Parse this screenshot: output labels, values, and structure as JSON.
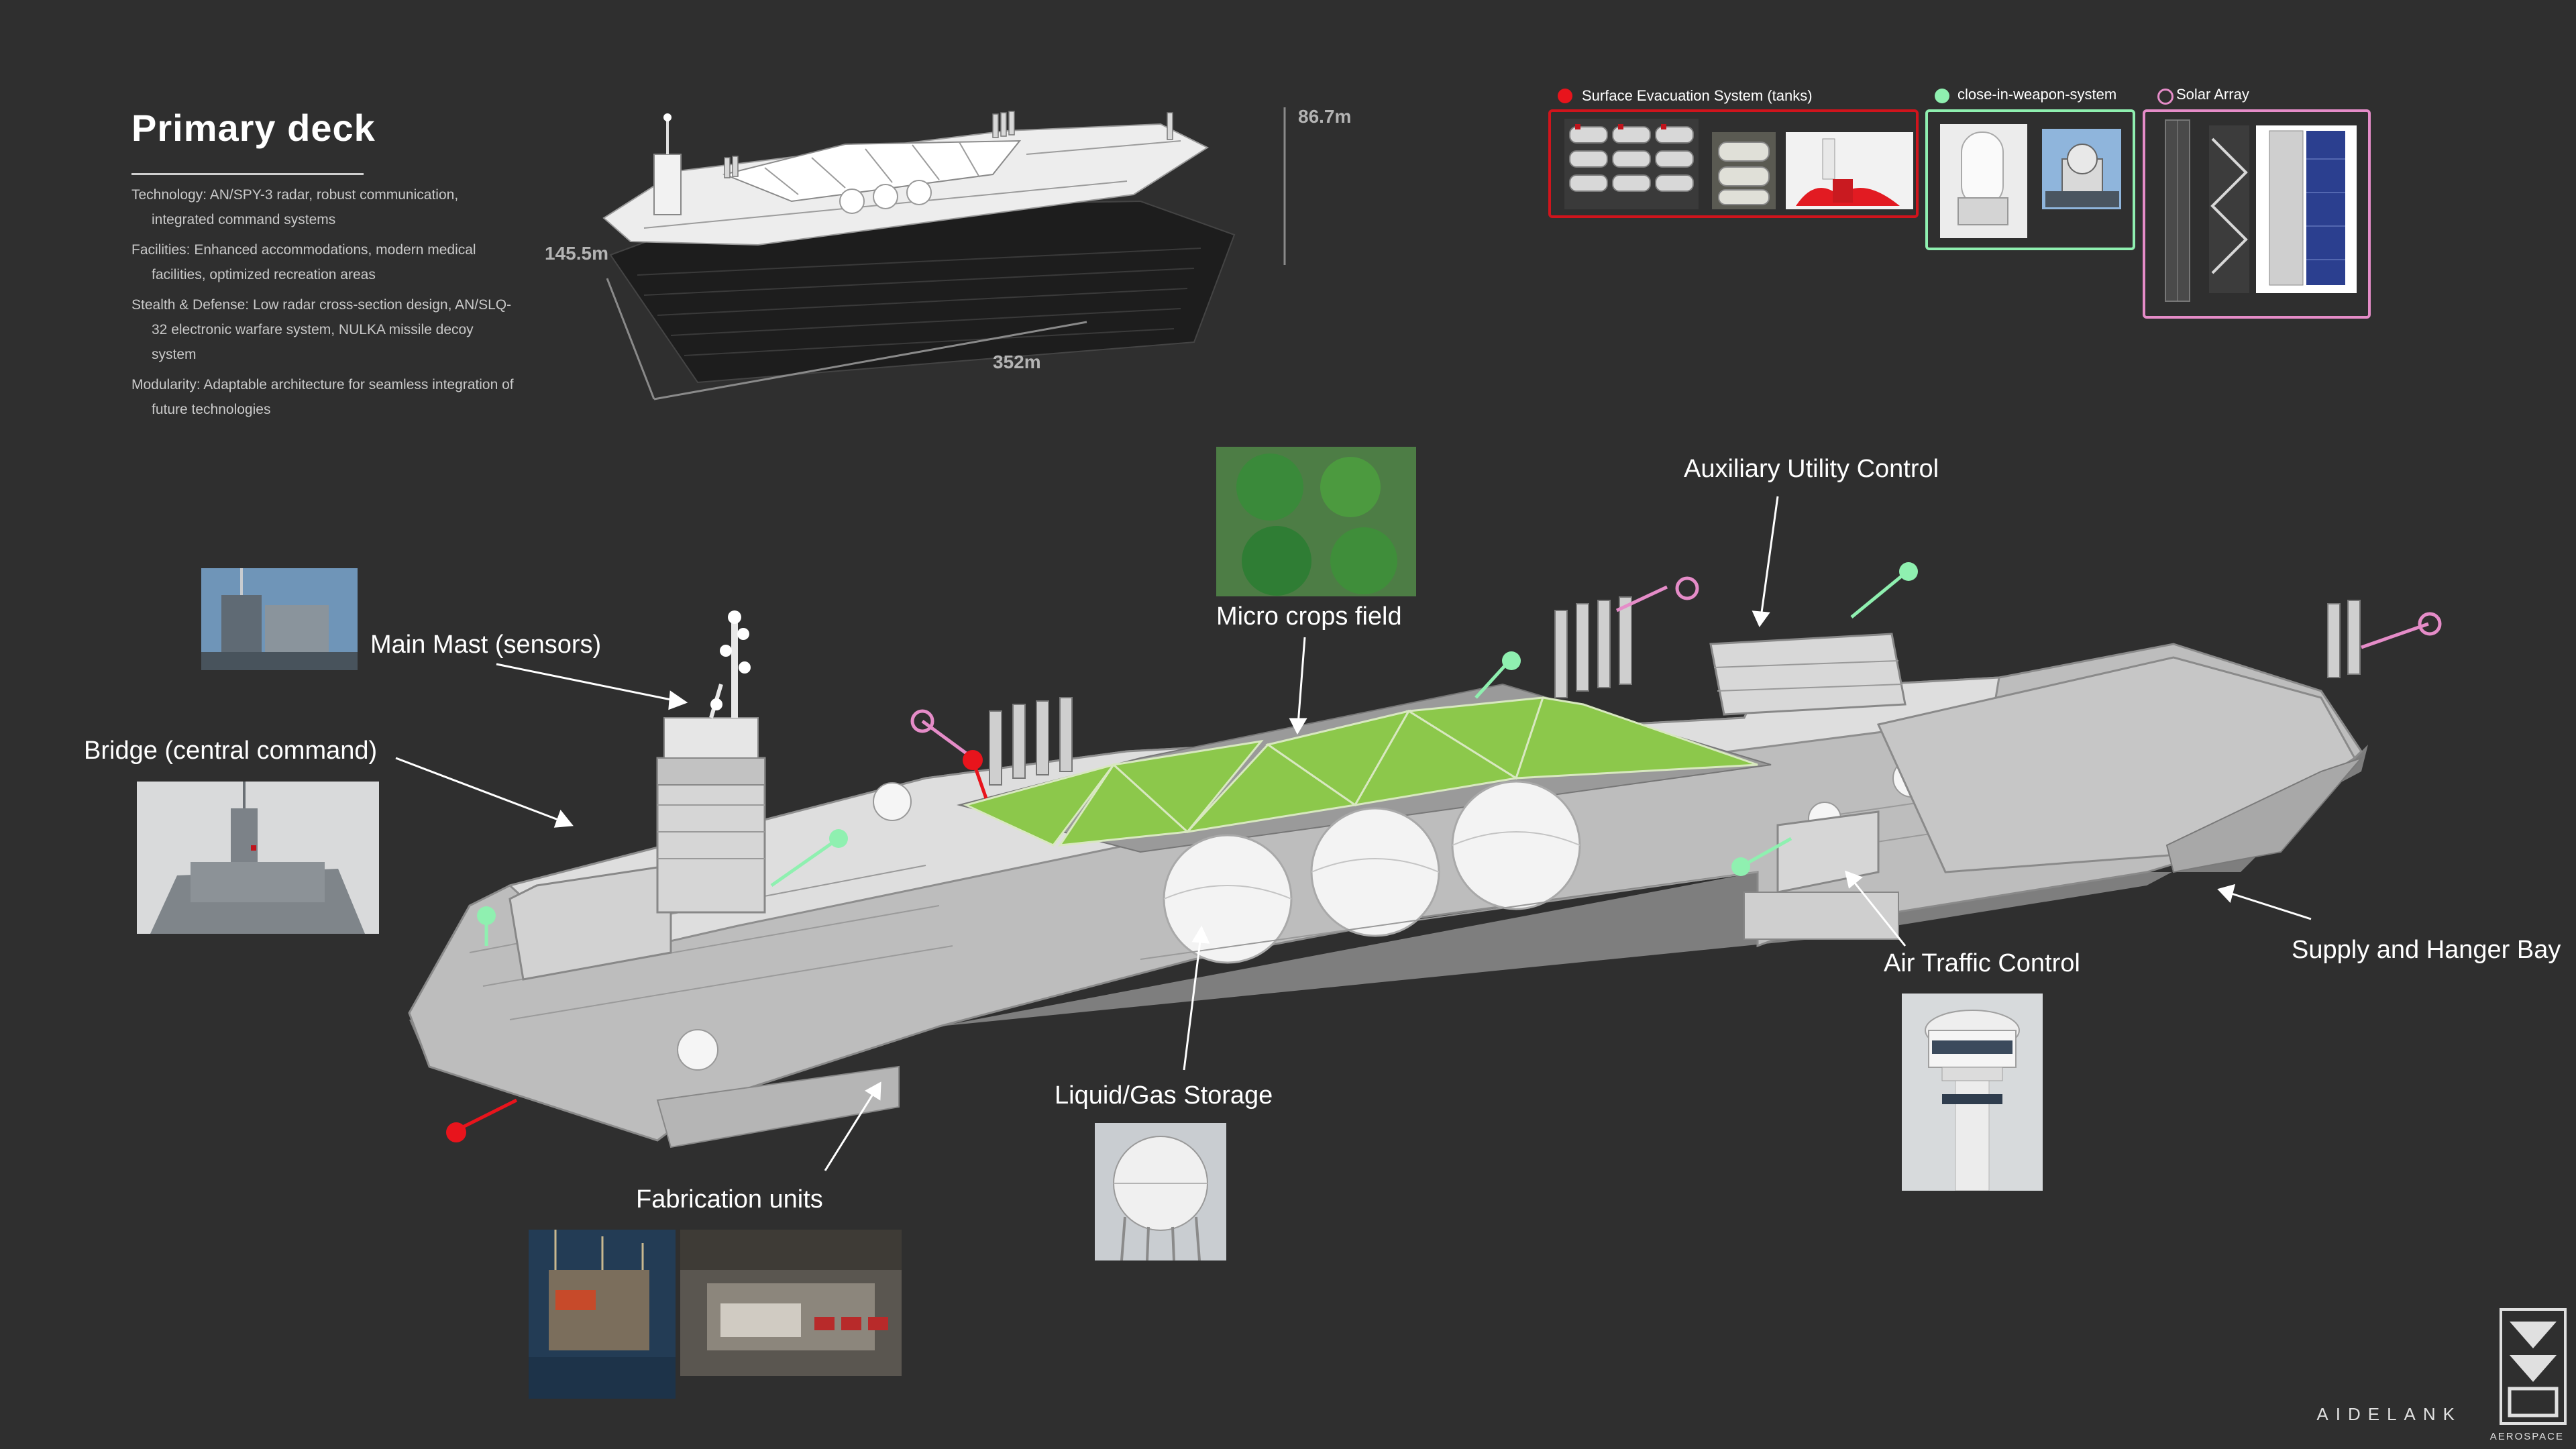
{
  "header": {
    "title": "Primary deck",
    "specs": [
      "Technology: AN/SPY-3 radar, robust communication, integrated command systems",
      "Facilities: Enhanced accommodations, modern medical facilities, optimized recreation areas",
      "Stealth & Defense: Low radar cross-section design, AN/SLQ-32 electronic warfare system, NULKA missile decoy system",
      "Modularity: Adaptable architecture for seamless integration of future technologies"
    ]
  },
  "dimensions": {
    "height": "86.7m",
    "width": "145.5m",
    "length": "352m"
  },
  "legend": {
    "evacuation": {
      "label": "Surface Evacuation System (tanks)",
      "color": "#e8141c"
    },
    "ciws": {
      "label": "close-in-weapon-system",
      "color": "#8ff0b0"
    },
    "solar": {
      "label": "Solar Array",
      "color": "#e58cc8"
    }
  },
  "callouts": {
    "main_mast": "Main Mast (sensors)",
    "bridge": "Bridge (central command)",
    "micro_crops": "Micro crops field",
    "auxiliary": "Auxiliary Utility Control",
    "air_traffic": "Air Traffic Control",
    "supply": "Supply and Hanger Bay",
    "liquid_gas": "Liquid/Gas Storage",
    "fabrication": "Fabrication units"
  },
  "brand": {
    "name": "AIDELANK",
    "sub": "AEROSPACE"
  },
  "colors": {
    "background": "#2f2f2f",
    "hull": "#c9c9c9",
    "crops": "#8cc84b"
  }
}
